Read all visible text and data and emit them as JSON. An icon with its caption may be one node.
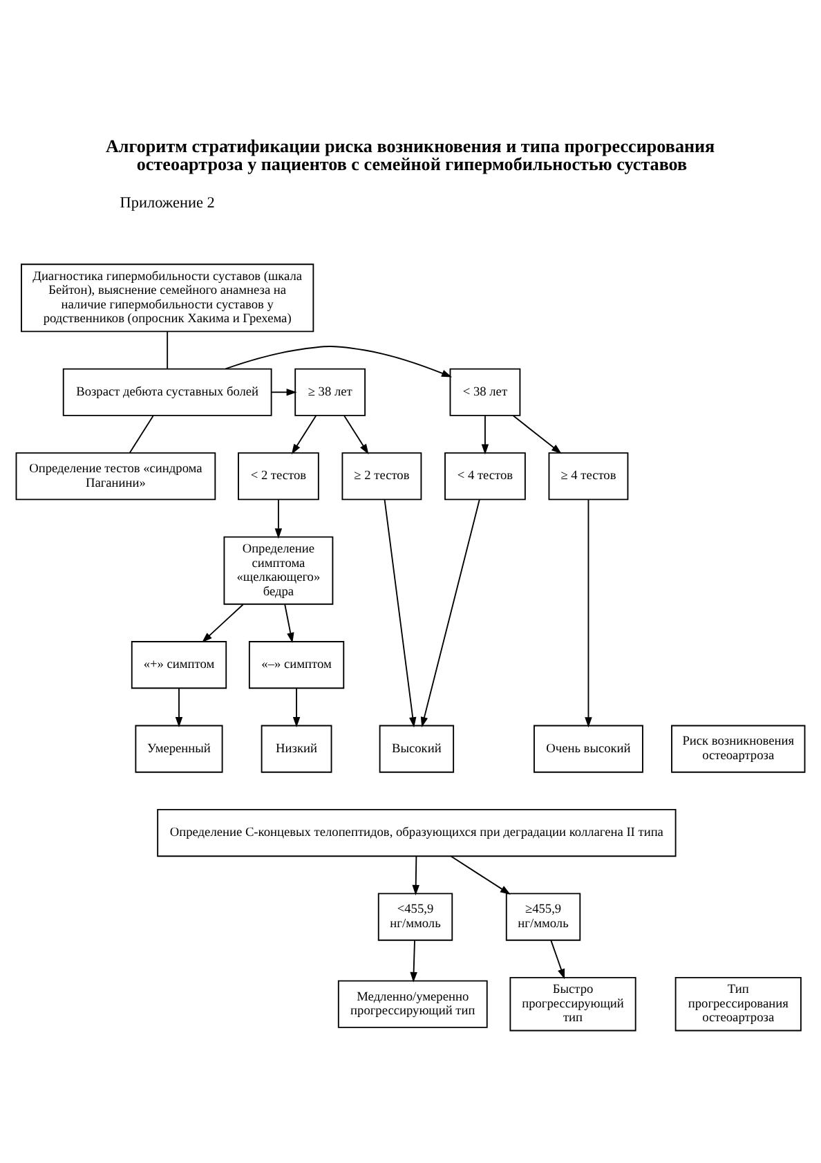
{
  "diagram": {
    "title": "Алгоритм стратификации риска возникновения и типа прогрессирования остеоартроза у пациентов с семейной гипермобильностью суставов",
    "nodes": [
      {
        "text": [
          "Диагностика гипермобильности суставов (шкала Бейтон), выяснение семейного анамнеза на наличие гипермобильности суставов у родственников (опросник Хакима и Грехема)"
        ]
      },
      {
        "text": [
          "Возраст дебюта суставных болей"
        ]
      },
      {
        "text": [
          "< 38 лет"
        ]
      },
      {
        "text": [
          "≥ 38 лет"
        ]
      },
      {
        "text": [
          "Определение тестов «синдрома Паганини»"
        ]
      },
      {
        "text": [
          "≥ 4 тестов"
        ]
      },
      {
        "text": [
          "< 4 тестов"
        ]
      },
      {
        "text": [
          "≥ 2 тестов"
        ]
      },
      {
        "text": [
          "< 2 тестов"
        ]
      },
      {
        "text": [
          "Определение симптома «щелкающего» бедра"
        ]
      },
      {
        "text": [
          "«+» симптом"
        ]
      },
      {
        "text": [
          "«–» симптом"
        ]
      },
      {
        "text": [
          "Риск возникновения остеоартроза"
        ]
      },
      {
        "text": [
          "Очень высокий"
        ]
      },
      {
        "text": [
          "Высокий"
        ]
      },
      {
        "text": [
          "Умеренный"
        ]
      },
      {
        "text": [
          "Низкий"
        ]
      },
      {
        "text": [
          "Определение С-концевых телопептидов, образующихся при деградации коллагена II типа"
        ]
      },
      {
        "text": [
          "<455,9 нг/ммоль"
        ]
      },
      {
        "text": [
          "≥455,9 нг/ммоль"
        ]
      },
      {
        "text": [
          "Тип прогрессирования остеоартроза"
        ]
      },
      {
        "text": [
          "Медленно/умеренно прогрессирующий тип"
        ]
      },
      {
        "text": [
          "Быстро прогрессирующий тип"
        ]
      }
    ],
    "edges": [
      {
        "from": 0,
        "to": 1,
        "arrow": "none"
      },
      {
        "from": 1,
        "to": 2,
        "arrow": "to"
      },
      {
        "from": 1,
        "to": 3,
        "arrow": "to"
      },
      {
        "from": 1,
        "to": 4,
        "arrow": "none"
      },
      {
        "from": 2,
        "to": 5,
        "arrow": "to"
      },
      {
        "from": 2,
        "to": 6,
        "arrow": "to"
      },
      {
        "from": 3,
        "to": 7,
        "arrow": "to"
      },
      {
        "from": 3,
        "to": 8,
        "arrow": "to"
      },
      {
        "from": 8,
        "to": 9,
        "arrow": "to"
      },
      {
        "from": 9,
        "to": 10,
        "arrow": "to"
      },
      {
        "from": 9,
        "to": 11,
        "arrow": "to"
      },
      {
        "from": 5,
        "to": 13,
        "arrow": "to"
      },
      {
        "from": 6,
        "to": 14,
        "arrow": "to"
      },
      {
        "from": 7,
        "to": 14,
        "arrow": "to"
      },
      {
        "from": 10,
        "to": 15,
        "arrow": "to"
      },
      {
        "from": 11,
        "to": 16,
        "arrow": "to"
      },
      {
        "from": 17,
        "to": 18,
        "arrow": "to"
      },
      {
        "from": 17,
        "to": 19,
        "arrow": "to"
      },
      {
        "from": 18,
        "to": 21,
        "arrow": "to"
      },
      {
        "from": 19,
        "to": 22,
        "arrow": "to"
      }
    ],
    "labels": [
      "Приложение 2"
    ]
  }
}
